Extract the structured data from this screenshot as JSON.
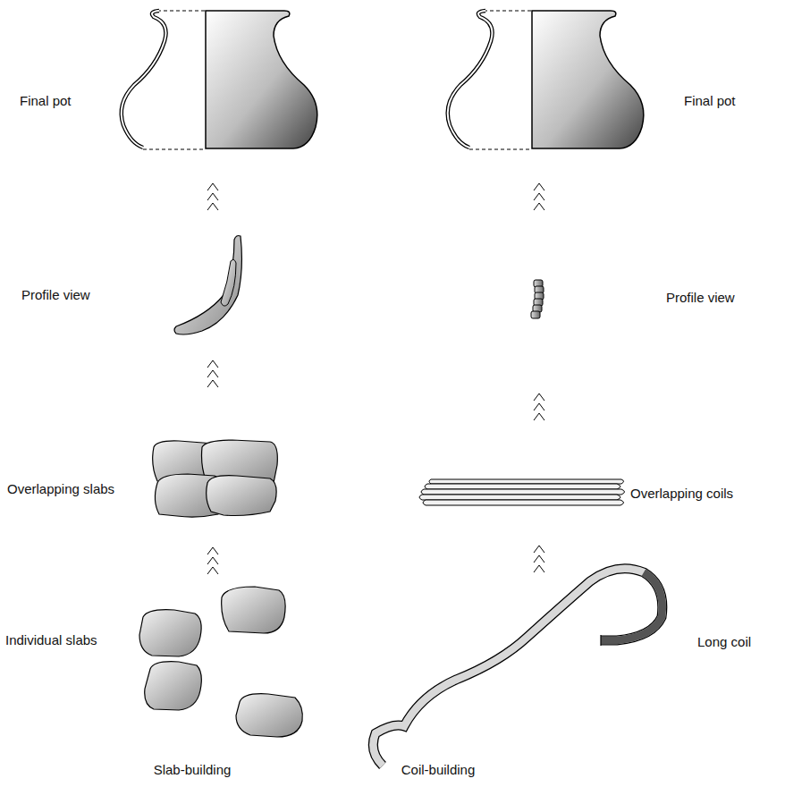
{
  "diagram": {
    "labels": [
      "Final pot",
      "Final pot",
      "Profile view",
      "Profile view",
      "Overlapping slabs",
      "Overlapping coils",
      "Individual slabs",
      "Long coil",
      "Slab-building",
      "Coil-building"
    ]
  }
}
